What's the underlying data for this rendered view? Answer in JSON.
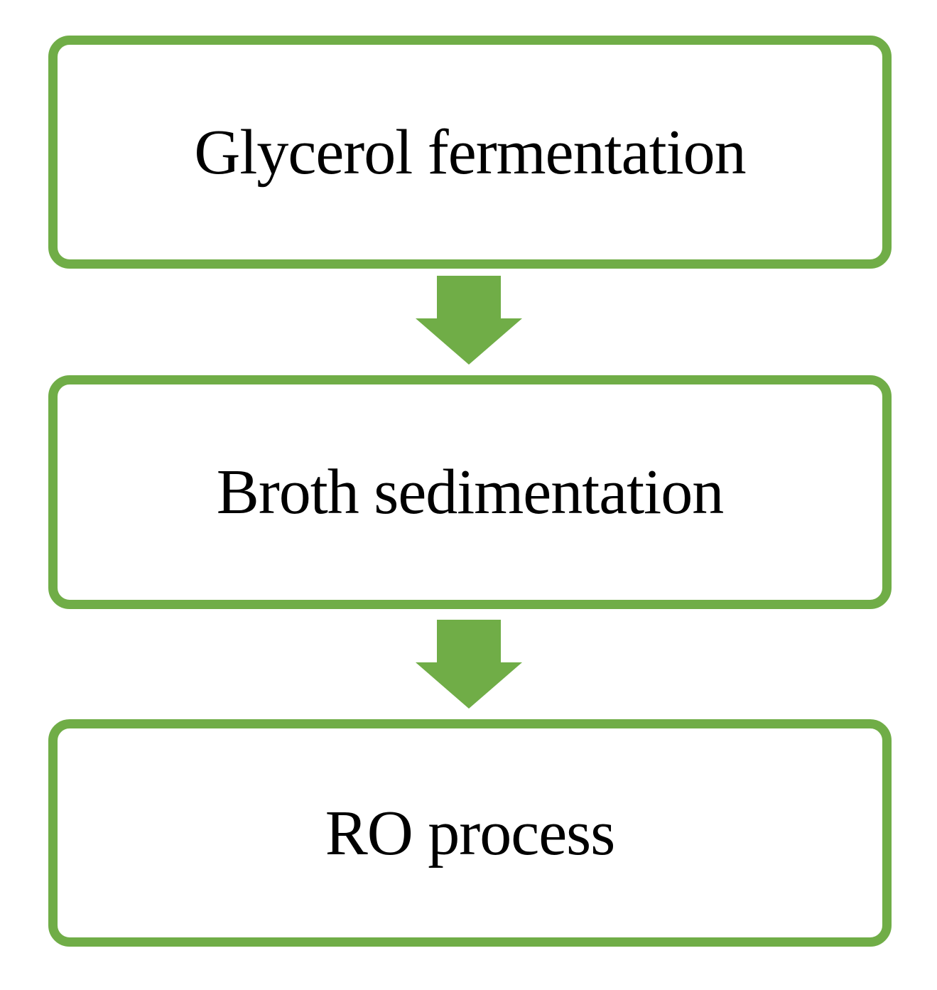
{
  "diagram": {
    "type": "flowchart",
    "direction": "top-down",
    "nodes": [
      {
        "id": "glycerol-fermentation",
        "label": "Glycerol fermentation"
      },
      {
        "id": "broth-sedimentation",
        "label": "Broth sedimentation"
      },
      {
        "id": "ro-process",
        "label": "RO process"
      }
    ],
    "connectors": [
      {
        "from": "glycerol-fermentation",
        "to": "broth-sedimentation",
        "shape": "block-arrow-down"
      },
      {
        "from": "broth-sedimentation",
        "to": "ro-process",
        "shape": "block-arrow-down"
      }
    ]
  },
  "colors": {
    "accent_green": "#70AD47",
    "text": "#000000",
    "background": "#FFFFFF"
  }
}
